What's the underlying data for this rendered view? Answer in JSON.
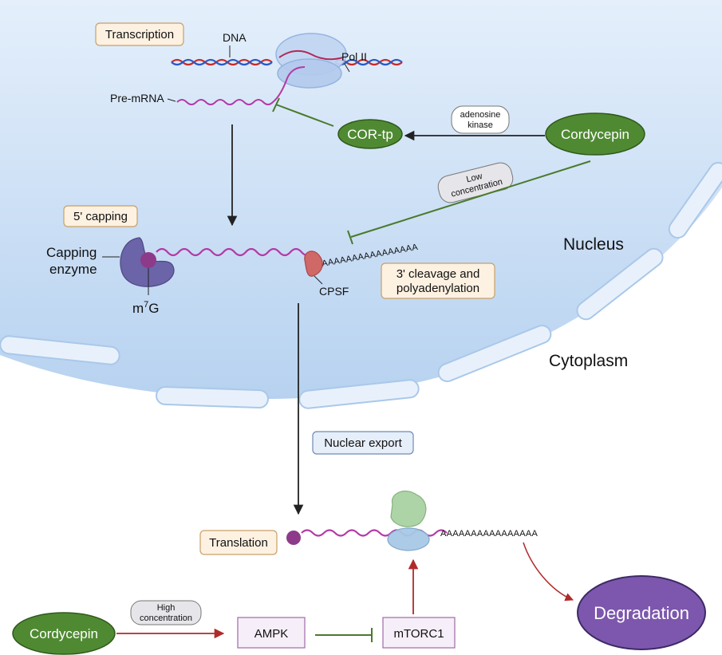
{
  "colors": {
    "nucleus_top": "#dceaf9",
    "nucleus_bottom": "#b9d4f1",
    "envelope": "#c9ddf4",
    "green_oval": "#4f8a32",
    "purple_oval": "#7d57ad",
    "mrna": "#b43aa6",
    "inhibit_green": "#4a7a2a",
    "activate_red": "#b02a2a",
    "process_box_fill": "#fdf1e1",
    "process_box_stroke": "#c9a067"
  },
  "labels": {
    "transcription": "Transcription",
    "dna": "DNA",
    "pol2": "Pol II",
    "pre_mrna": "Pre-mRNA",
    "cor_tp": "COR-tp",
    "adenosine_kinase_1": "adenosine",
    "adenosine_kinase_2": "kinase",
    "cordycepin_top": "Cordycepin",
    "low_conc_1": "Low",
    "low_conc_2": "concentration",
    "capping": "5' capping",
    "capping_enzyme_1": "Capping",
    "capping_enzyme_2": "enzyme",
    "m7g_m": "m",
    "m7g_sup": "7",
    "m7g_g": "G",
    "polya_tail": "AAAAAAAAAAAAAAAA",
    "cleavage_1": "3' cleavage and",
    "cleavage_2": "polyadenylation",
    "cpsf": "CPSF",
    "nucleus": "Nucleus",
    "cytoplasm": "Cytoplasm",
    "nuclear_export": "Nuclear export",
    "translation": "Translation",
    "polya_tail_2": "AAAAAAAAAAAAAAAA",
    "degradation": "Degradation",
    "cordycepin_bottom": "Cordycepin",
    "high_conc_1": "High",
    "high_conc_2": "concentration",
    "ampk": "AMPK",
    "mtorc1": "mTORC1"
  }
}
